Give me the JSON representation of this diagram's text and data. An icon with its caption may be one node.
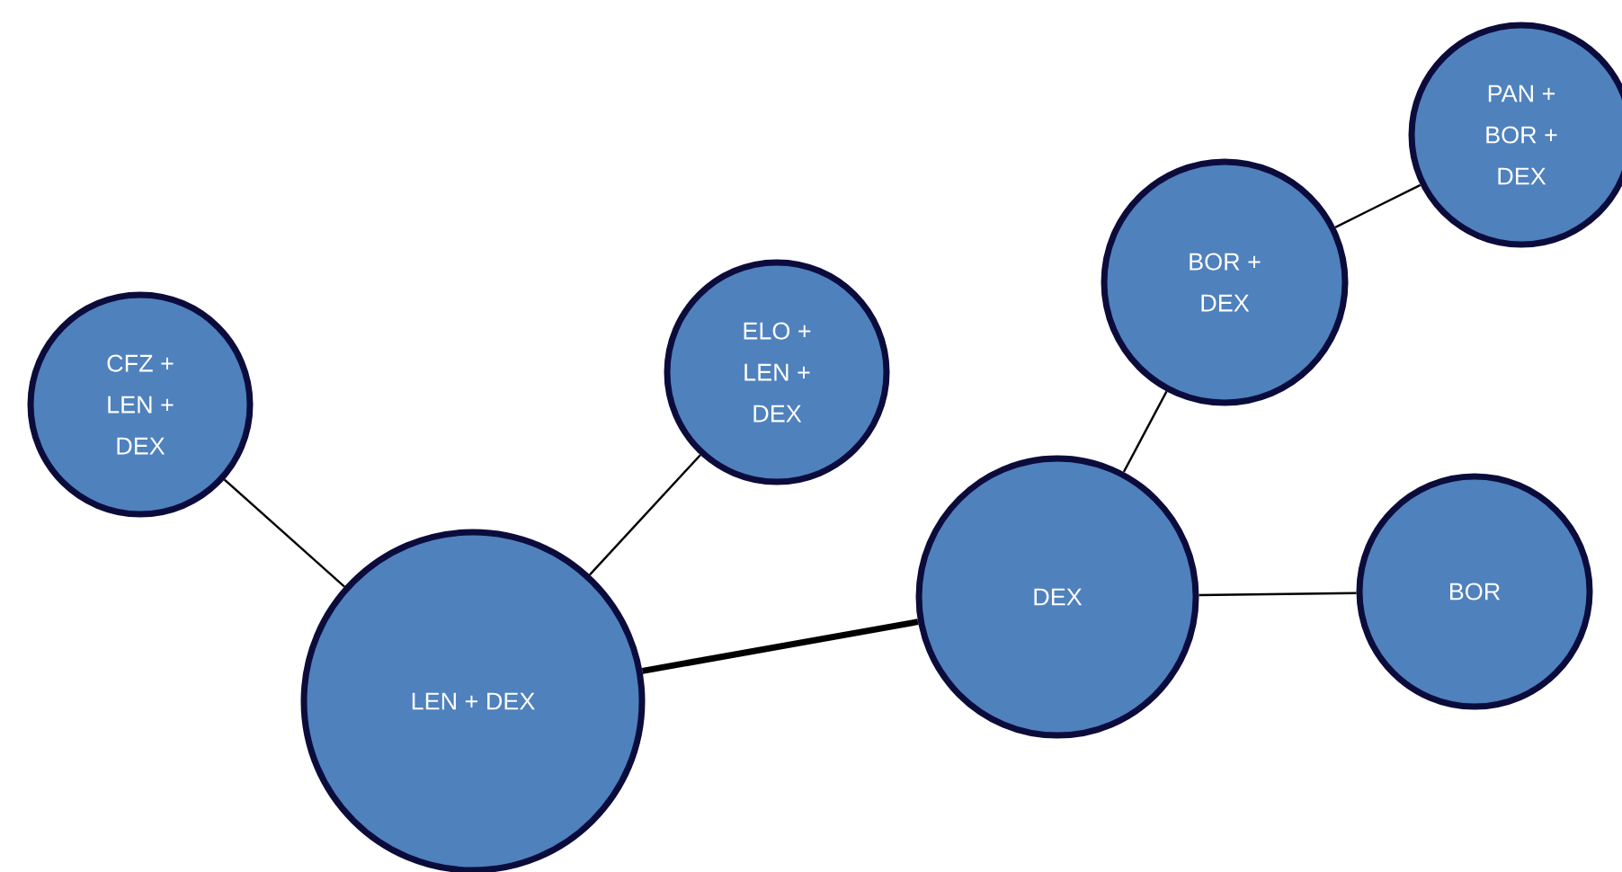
{
  "diagram": {
    "nodes": [
      {
        "text": [
          "CFZ + LEN + DEX"
        ]
      },
      {
        "text": [
          "LEN + DEX"
        ]
      },
      {
        "text": [
          "ELO + LEN + DEX"
        ]
      },
      {
        "text": [
          "DEX"
        ]
      },
      {
        "text": [
          "BOR + DEX"
        ]
      },
      {
        "text": [
          "PAN + BOR + DEX"
        ]
      },
      {
        "text": [
          "BOR"
        ]
      }
    ],
    "edges": [
      {
        "from": 0,
        "to": 1,
        "arrow": "none"
      },
      {
        "from": 2,
        "to": 1,
        "arrow": "none"
      },
      {
        "from": 1,
        "to": 3,
        "arrow": "none",
        "style": "thick"
      },
      {
        "from": 3,
        "to": 4,
        "arrow": "none"
      },
      {
        "from": 4,
        "to": 5,
        "arrow": "none"
      },
      {
        "from": 3,
        "to": 6,
        "arrow": "none"
      }
    ]
  }
}
